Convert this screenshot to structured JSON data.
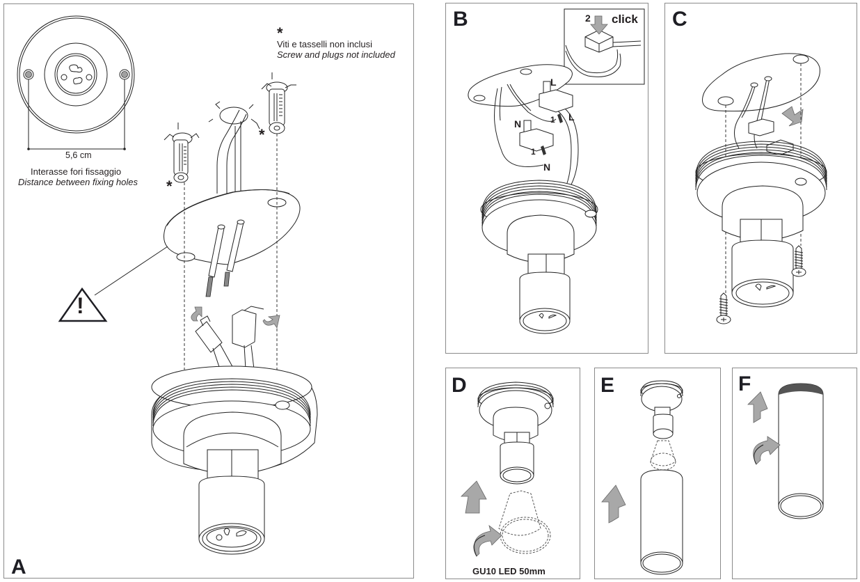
{
  "panels": {
    "a": {
      "label": "A",
      "dimension": "5,6 cm",
      "hole_distance_it": "Interasse fori fissaggio",
      "hole_distance_en": "Distance between fixing holes",
      "asterisk": "*",
      "note_it": "Viti e tasselli non inclusi",
      "note_en": "Screw and plugs not included",
      "warning_symbol": "!"
    },
    "b": {
      "label": "B",
      "inset_step": "2",
      "inset_action": "click",
      "live_label": "L",
      "neutral_label": "N",
      "step_one": "1"
    },
    "c": {
      "label": "C"
    },
    "d": {
      "label": "D",
      "bulb_spec": "GU10 LED 50mm"
    },
    "e": {
      "label": "E"
    },
    "f": {
      "label": "F"
    }
  },
  "colors": {
    "border": "#8a8a8a",
    "line": "#222222",
    "arrow": "#a8a8a8"
  }
}
